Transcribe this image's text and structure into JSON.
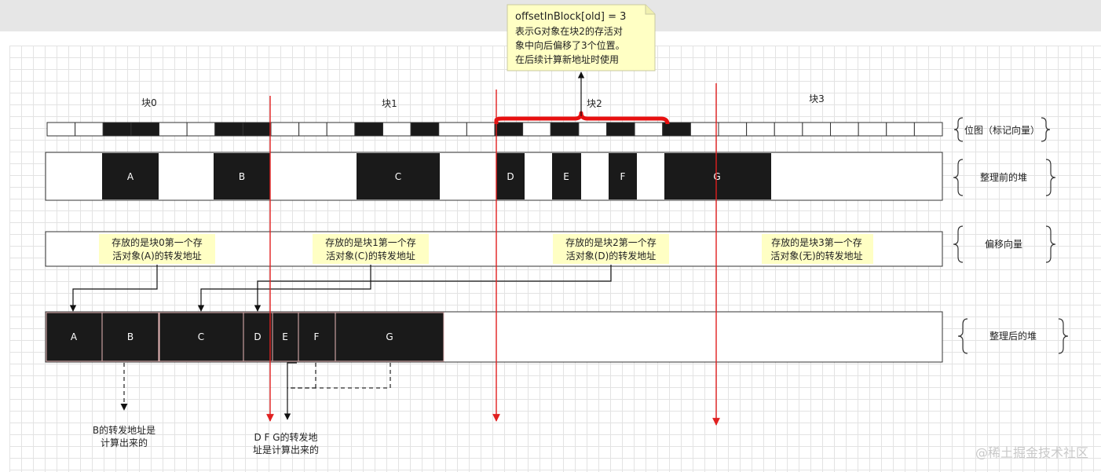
{
  "blocks": [
    "块0",
    "块1",
    "块2",
    "块3"
  ],
  "side_labels": {
    "bitmap": "位图（标记向量）",
    "heap_before": "整理前的堆",
    "offset_vector": "偏移向量",
    "heap_after": "整理后的堆"
  },
  "bitmap_cells": [
    0,
    0,
    1,
    1,
    0,
    0,
    1,
    1,
    0,
    0,
    0,
    1,
    0,
    1,
    0,
    0,
    1,
    0,
    1,
    0,
    1,
    0,
    1,
    0,
    0,
    0,
    0,
    0,
    0,
    0,
    0,
    0
  ],
  "heap_before": [
    "A",
    "B",
    "C",
    "D",
    "E",
    "F",
    "G"
  ],
  "heap_after": [
    "A",
    "B",
    "C",
    "D",
    "E",
    "F",
    "G"
  ],
  "offset_notes": [
    [
      "存放的是块0第一个存",
      "活对象(A)的转发地址"
    ],
    [
      "存放的是块1第一个存",
      "活对象(C)的转发地址"
    ],
    [
      "存放的是块2第一个存",
      "活对象(D)的转发地址"
    ],
    [
      "存放的是块3第一个存",
      "活对象(无)的转发地址"
    ]
  ],
  "top_note": [
    "offsetInBlock[old] = 3",
    "表示G对象在块2的存活对",
    "象中向后偏移了3个位置。",
    "在后续计算新地址时使用"
  ],
  "bottom_notes": {
    "b": [
      "B的转发地址是",
      "计算出来的"
    ],
    "dfg": [
      "D F G的转发地",
      "址是计算出来的"
    ]
  },
  "watermark": "@稀土掘金技术社区",
  "colors": {
    "object_fill": "#1a1a1a",
    "note_fill": "#ffffc4",
    "divider": "#e02020",
    "brace_highlight": "#e81010"
  }
}
